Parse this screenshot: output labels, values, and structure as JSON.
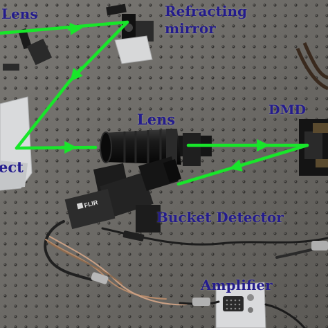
{
  "labels": {
    "lens_top": "Lens",
    "refracting_mirror_line1": "Refracting",
    "refracting_mirror_line2": "mirror",
    "lens_middle": "Lens",
    "dmd": "DMD",
    "object_partial": "ect",
    "bucket_detector": "Bucket Detector",
    "amplifier": "Amplifier",
    "camera_brand": "FLIR"
  },
  "colors": {
    "beam": "#18e62a",
    "label_text": "#241c8c",
    "optical_table": "#6e6c68"
  }
}
